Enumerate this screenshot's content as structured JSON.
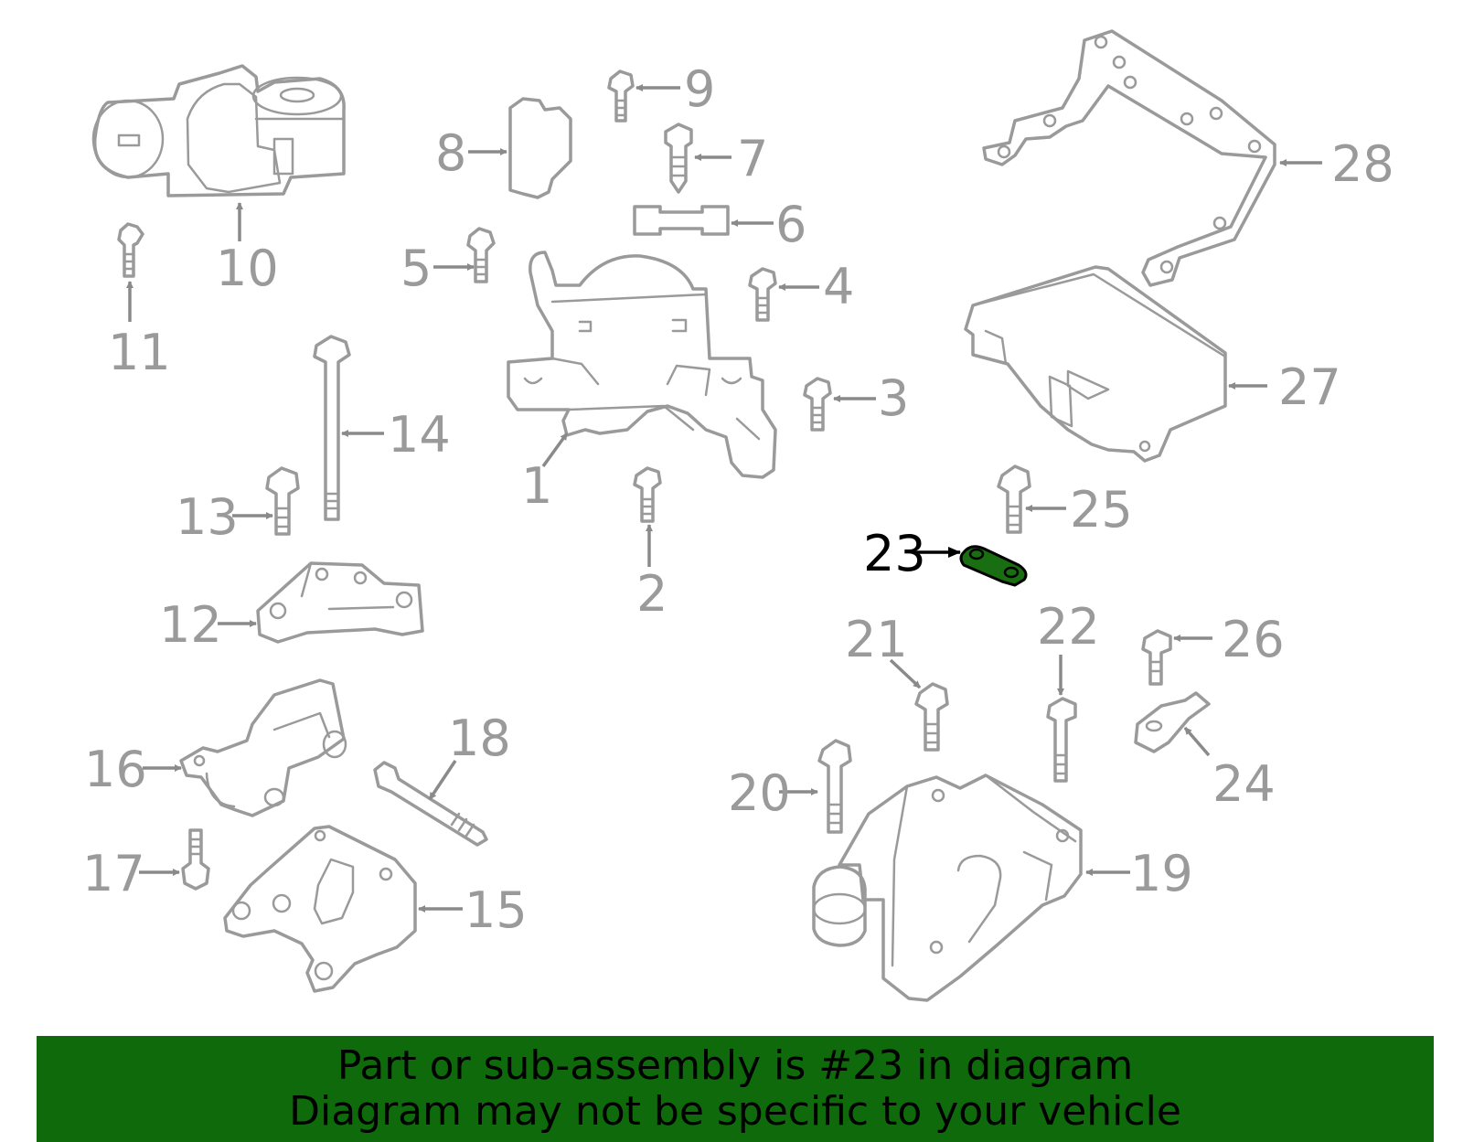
{
  "callouts": [
    {
      "id": "1",
      "text": "1"
    },
    {
      "id": "2",
      "text": "2"
    },
    {
      "id": "3",
      "text": "3"
    },
    {
      "id": "4",
      "text": "4"
    },
    {
      "id": "5",
      "text": "5"
    },
    {
      "id": "6",
      "text": "6"
    },
    {
      "id": "7",
      "text": "7"
    },
    {
      "id": "8",
      "text": "8"
    },
    {
      "id": "9",
      "text": "9"
    },
    {
      "id": "10",
      "text": "10"
    },
    {
      "id": "11",
      "text": "11"
    },
    {
      "id": "12",
      "text": "12"
    },
    {
      "id": "13",
      "text": "13"
    },
    {
      "id": "14",
      "text": "14"
    },
    {
      "id": "15",
      "text": "15"
    },
    {
      "id": "16",
      "text": "16"
    },
    {
      "id": "17",
      "text": "17"
    },
    {
      "id": "18",
      "text": "18"
    },
    {
      "id": "19",
      "text": "19"
    },
    {
      "id": "20",
      "text": "20"
    },
    {
      "id": "21",
      "text": "21"
    },
    {
      "id": "22",
      "text": "22"
    },
    {
      "id": "23",
      "text": "23"
    },
    {
      "id": "24",
      "text": "24"
    },
    {
      "id": "25",
      "text": "25"
    },
    {
      "id": "26",
      "text": "26"
    },
    {
      "id": "27",
      "text": "27"
    },
    {
      "id": "28",
      "text": "28"
    }
  ],
  "highlighted_part": "23",
  "footer": {
    "line1": "Part or sub-assembly is #23 in diagram",
    "line2": "Diagram may not be specific to your vehicle"
  },
  "colors": {
    "outline": "#9a9a9a",
    "highlight": "#1a6e12",
    "footer_bg": "#0f6a0b",
    "text_highlight": "#000000"
  }
}
